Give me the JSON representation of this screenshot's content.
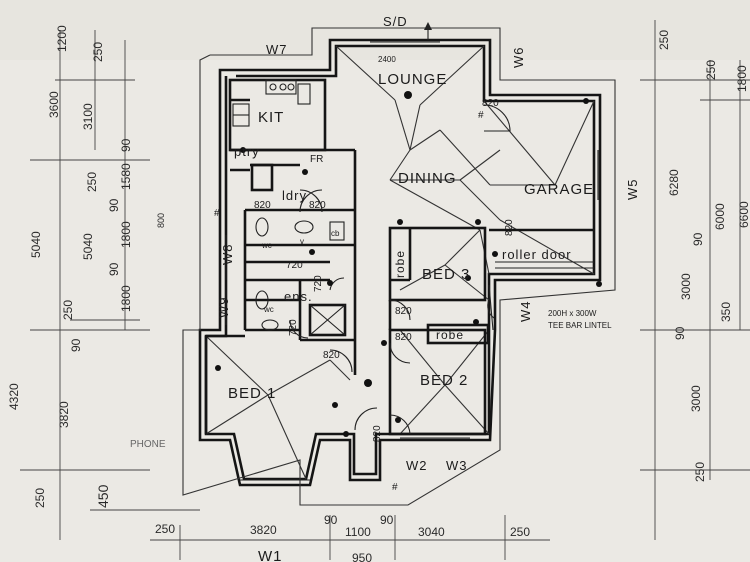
{
  "rooms": {
    "lounge": "LOUNGE",
    "kit": "KIT",
    "ptry": "ptry",
    "fr": "FR",
    "ldry": "ldry",
    "dining": "DINING",
    "garage": "GARAGE",
    "bed3": "BED 3",
    "bed2": "BED 2",
    "bed1": "BED 1",
    "ens": "ens.",
    "robe1": "robe",
    "robe2": "robe",
    "wc1": "wc",
    "v": "v",
    "wc2": "wc",
    "roller_door": "roller door",
    "cb": "cb"
  },
  "windows": {
    "w7": "W7",
    "w6": "W6",
    "w5": "W5",
    "w8": "W8",
    "w9": "W9",
    "w4": "W4",
    "w2": "W2",
    "w3": "W3",
    "w1": "W1",
    "sd": "S/D"
  },
  "doors": {
    "d_lounge": "820",
    "d_ldry_a": "820",
    "d_ldry_b": "820",
    "d_720a": "720",
    "d_720b": "720",
    "d_720c": "720",
    "d_ens": "820",
    "d_bed3": "820",
    "d_bed2": "820",
    "d_bed2b": "820",
    "d_bed1": "820"
  },
  "notes": {
    "sd_width": "2400",
    "lintel": "200H x 300W",
    "lintel2": "TEE BAR LINTEL",
    "phone": "PHONE",
    "hash": "#"
  },
  "dims": {
    "left_outer": [
      "1200",
      "250",
      "3600",
      "3100",
      "250",
      "1580",
      "90",
      "5040",
      "5040",
      "1800",
      "90",
      "1800",
      "90",
      "250",
      "4320",
      "3820",
      "250",
      "450",
      "90",
      "800"
    ],
    "right_outer": [
      "250",
      "250",
      "1800",
      "6280",
      "6000",
      "6600",
      "90",
      "3000",
      "350",
      "90",
      "3000",
      "250"
    ],
    "bottom": [
      "250",
      "3820",
      "90",
      "1100",
      "90",
      "3040",
      "250",
      "950"
    ]
  }
}
